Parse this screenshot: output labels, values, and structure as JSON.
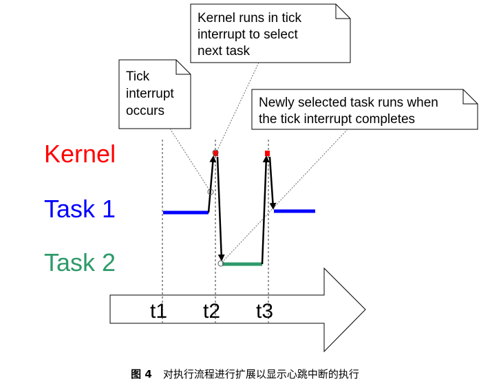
{
  "notes": {
    "kernel_runs": [
      "Kernel runs in tick",
      "interrupt to select",
      "next task"
    ],
    "tick_interrupt": [
      "Tick",
      "interrupt",
      "occurs"
    ],
    "newly_selected": [
      "Newly selected task runs when",
      "the tick interrupt completes"
    ]
  },
  "rows": {
    "kernel": {
      "label": "Kernel",
      "color": "#ff0000"
    },
    "task1": {
      "label": "Task 1",
      "color": "#0000ff"
    },
    "task2": {
      "label": "Task 2",
      "color": "#2e9a6a"
    }
  },
  "timeline": {
    "ticks": [
      "t1",
      "t2",
      "t3"
    ]
  },
  "caption": {
    "figure_number": "图 4",
    "text": "对执行流程进行扩展以显示心跳中断的执行"
  }
}
